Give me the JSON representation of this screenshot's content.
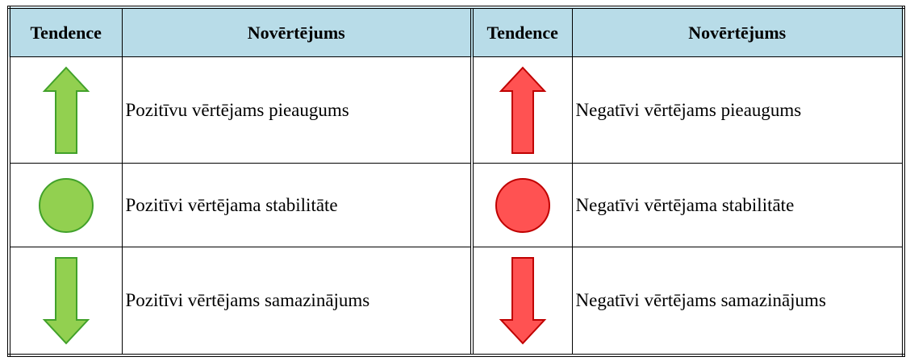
{
  "colors": {
    "header_bg": "#b8dce8",
    "positive_fill": "#92d050",
    "positive_stroke": "#41a12a",
    "negative_fill": "#ff5252",
    "negative_stroke": "#c00000"
  },
  "header": {
    "col1": "Tendence",
    "col2": "Novērtējums",
    "col3": "Tendence",
    "col4": "Novērtējums"
  },
  "rows": [
    {
      "positive": {
        "icon": "green-up-arrow-icon",
        "label": "Pozitīvu vērtējams pieaugums"
      },
      "negative": {
        "icon": "red-up-arrow-icon",
        "label": "Negatīvi vērtējams pieaugums"
      }
    },
    {
      "positive": {
        "icon": "green-circle-icon",
        "label": "Pozitīvi vērtējama stabilitāte"
      },
      "negative": {
        "icon": "red-circle-icon",
        "label": "Negatīvi vērtējama stabilitāte"
      }
    },
    {
      "positive": {
        "icon": "green-down-arrow-icon",
        "label": "Pozitīvi vērtējams samazinājums"
      },
      "negative": {
        "icon": "red-down-arrow-icon",
        "label": "Negatīvi vērtējams samazinājums"
      }
    }
  ]
}
